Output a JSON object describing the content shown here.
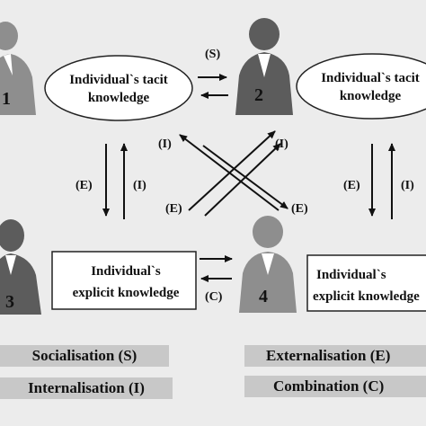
{
  "people": [
    {
      "number": "1"
    },
    {
      "number": "2"
    },
    {
      "number": "3"
    },
    {
      "number": "4"
    }
  ],
  "ellipses": [
    {
      "line1": "Individual`s tacit",
      "line2": "knowledge"
    },
    {
      "line1": "Individual`s tacit",
      "line2": "knowledge"
    }
  ],
  "boxes": [
    {
      "line1": "Individual`s",
      "line2": "explicit knowledge"
    },
    {
      "line1": "Individual`s",
      "line2": "explicit knowledge"
    }
  ],
  "arrow_labels": {
    "s": "(S)",
    "c": "(C)",
    "e": "(E)",
    "i": "(I)"
  },
  "legend": {
    "socialisation": "Socialisation (S)",
    "internalisation": "Internalisation (I)",
    "externalisation": "Externalisation (E)",
    "combination": "Combination (C)"
  },
  "colors": {
    "person_light": "#8a8a8a",
    "person_dark": "#5c5c5c",
    "legend_bg": "#c8c8c8",
    "background": "#ececec"
  }
}
